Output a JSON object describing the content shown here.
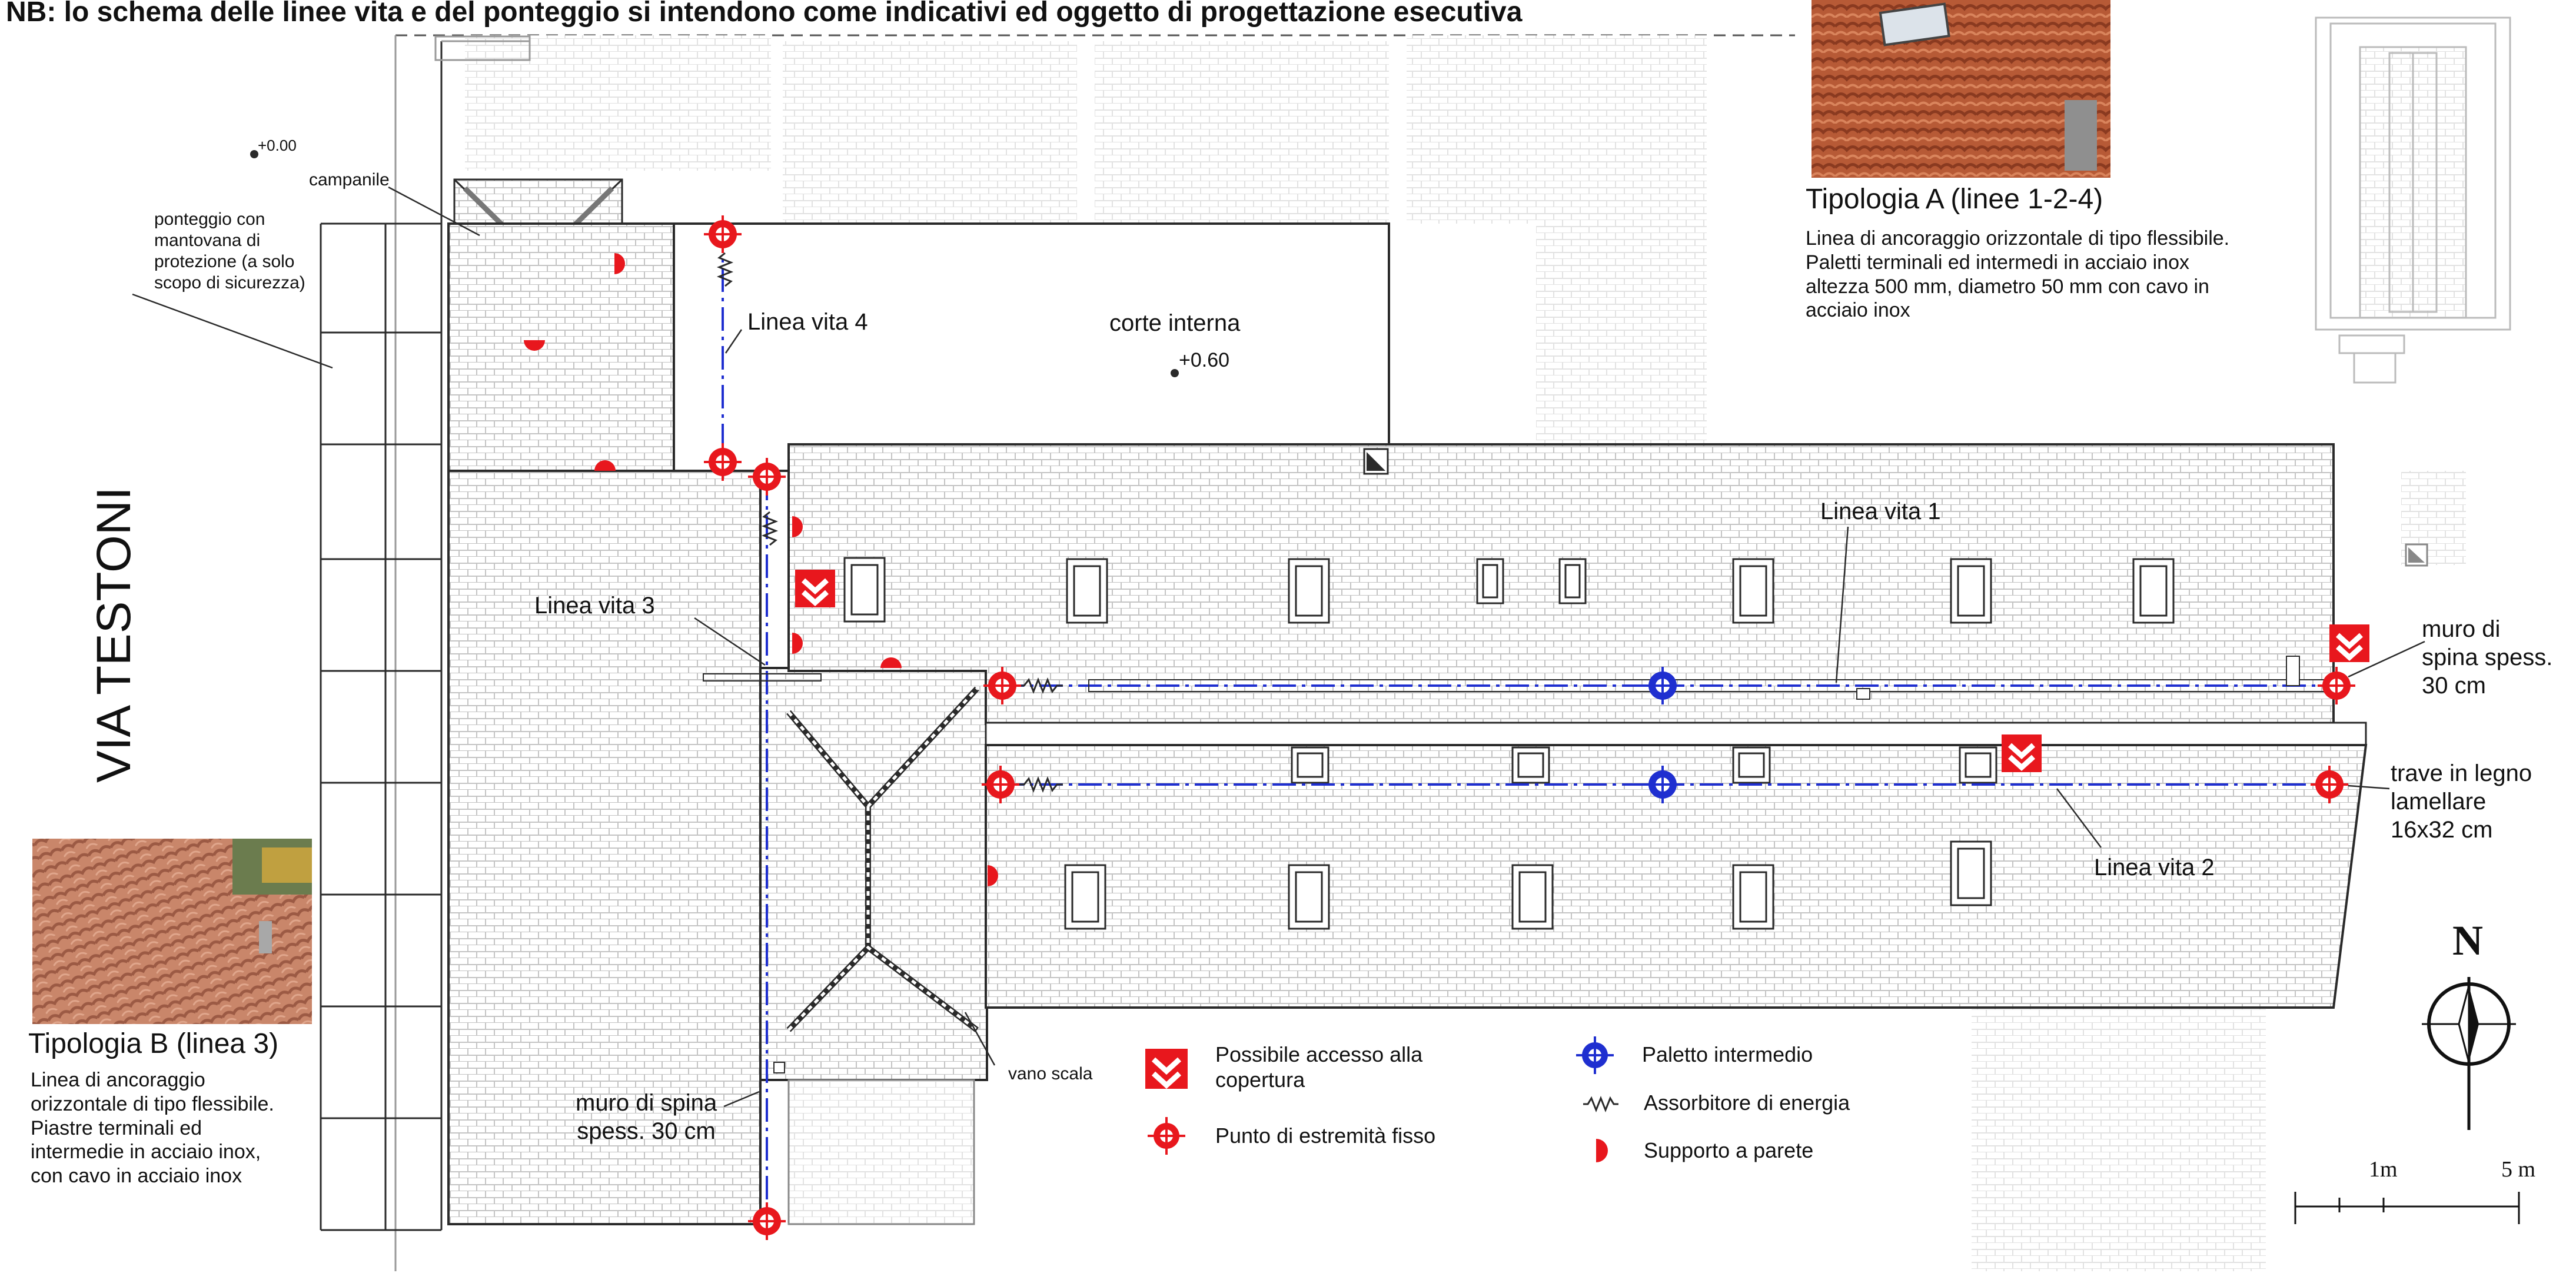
{
  "note": "NB: lo schema delle linee vita e del ponteggio si intendono come indicativi ed oggetto di progettazione esecutiva",
  "street": "VIA   TESTONI",
  "labels": {
    "elev_0": "+0.00",
    "campanile": "campanile",
    "ponteggio": "ponteggio con\nmantovana di\nprotezione (a solo\nscopo di sicurezza)",
    "corte": "corte interna",
    "elev_060": "+0.60",
    "linea1": "Linea vita 1",
    "linea2": "Linea vita 2",
    "linea3": "Linea vita 3",
    "linea4": "Linea vita 4",
    "muro_right": "muro di\nspina spess.\n30 cm",
    "muro_bottom": "muro di spina\nspess. 30 cm",
    "trave": "trave in legno\nlamellare\n16x32 cm",
    "vano": "vano scala"
  },
  "tipologia_a": {
    "title": "Tipologia A (linee 1-2-4)",
    "text": "Linea di ancoraggio orizzontale di tipo flessibile.\nPaletti terminali ed intermedi in acciaio inox\naltezza 500 mm, diametro 50 mm con cavo in\nacciaio inox"
  },
  "tipologia_b": {
    "title": "Tipologia B (linea 3)",
    "text": "Linea di ancoraggio\norizzontale di tipo flessibile.\nPiastre terminali ed\nintermedie in acciaio inox,\ncon cavo in acciaio inox"
  },
  "legend": {
    "access": "Possibile accesso alla\ncopertura",
    "fixed": "Punto di estremità fisso",
    "intermediate": "Paletto intermedio",
    "absorber": "Assorbitore di energia",
    "wall_support": "Supporto a parete"
  },
  "north": "N",
  "scale": {
    "a": "1m",
    "b": "5 m"
  },
  "colors": {
    "red": "#e8171d",
    "blue": "#1f2fd0",
    "line": "#2a2a2a",
    "tile": "#c9c9c9"
  }
}
